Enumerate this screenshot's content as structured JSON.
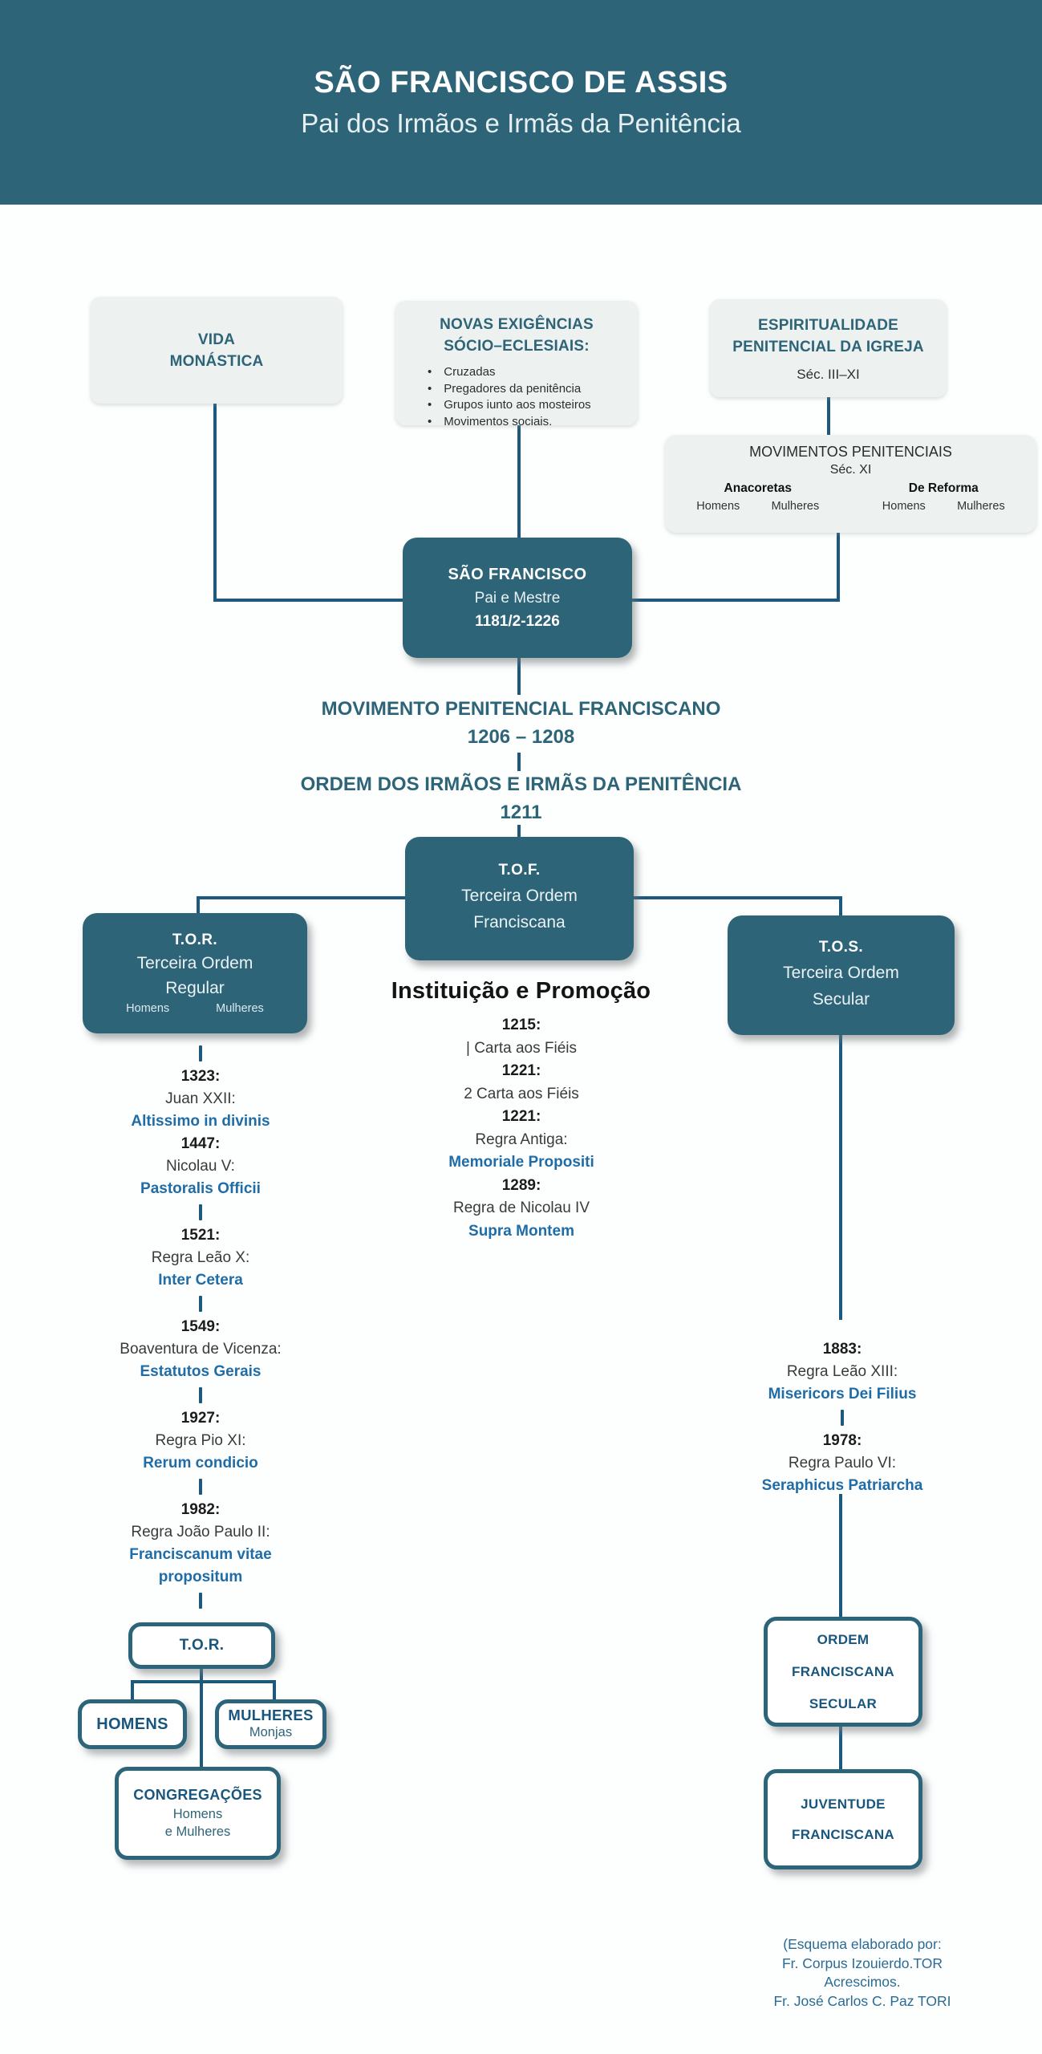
{
  "colors": {
    "teal": "#2e6477",
    "light_box": "#edf1f0",
    "connector": "#1d597e",
    "doc_blue": "#1f6ca6",
    "credit_blue": "#2b6b93"
  },
  "header": {
    "title": "SÃO FRANCISCO DE ASSIS",
    "subtitle": "Pai dos Irmãos e Irmãs da Penitência"
  },
  "boxes": {
    "vida_monastica": {
      "title": "VIDA\nMONÁSTICA"
    },
    "novas_exigencias": {
      "title": "NOVAS EXIGÊNCIAS\nSÓCIO–ECLESIAIS:",
      "bullets": [
        "Cruzadas",
        "Pregadores da penitência",
        "Grupos iunto aos mosteiros",
        "Movimentos sociais."
      ]
    },
    "espiritualidade": {
      "title": "ESPIRITUALIDADE\nPENITENCIAL DA IGREJA",
      "period": "Séc. III–XI"
    },
    "movimentos_penitenciais": {
      "title": "MOVIMENTOS PENITENCIAIS",
      "period": "Séc. XI",
      "groups": [
        {
          "name": "Anacoretas",
          "cols": [
            "Homens",
            "Mulheres"
          ]
        },
        {
          "name": "De Reforma",
          "cols": [
            "Homens",
            "Mulheres"
          ]
        }
      ]
    },
    "sao_francisco": {
      "title": "SÃO FRANCISCO",
      "subtitle": "Pai e Mestre",
      "years": "1181/2-1226"
    },
    "tof": {
      "acronym": "T.O.F.",
      "name": "Terceira Ordem\nFranciscana"
    },
    "tor": {
      "acronym": "T.O.R.",
      "name": "Terceira Ordem\nRegular",
      "cols": [
        "Homens",
        "Mulheres"
      ]
    },
    "tos": {
      "acronym": "T.O.S.",
      "name": "Terceira Ordem\nSecular"
    },
    "tor_outline": {
      "label": "T.O.R."
    },
    "homens": {
      "label": "HOMENS"
    },
    "mulheres": {
      "label": "MULHERES",
      "sublabel": "Monjas"
    },
    "congregacoes": {
      "label": "CONGREGAÇÕES",
      "sublabel": "Homens\ne Mulheres"
    },
    "ordem_franciscana_secular": {
      "label": "ORDEM\nFRANCISCANA\nSECULAR"
    },
    "juventude_franciscana": {
      "label": "JUVENTUDE\nFRANCISCANA"
    }
  },
  "headings": {
    "movimento_penitencial": {
      "line1": "MOVIMENTO PENITENCIAL FRANCISCANO",
      "line2": "1206 – 1208"
    },
    "ordem_irmaos": {
      "line1": "ORDEM DOS IRMÃOS E IRMÃS DA PENITÊNCIA",
      "line2": "1211"
    },
    "instituicao": "Instituição e Promoção"
  },
  "center_timeline": [
    {
      "t": "year",
      "v": "1215:"
    },
    {
      "t": "name",
      "v": "| Carta aos Fiéis"
    },
    {
      "t": "year",
      "v": "1221:"
    },
    {
      "t": "name",
      "v": "2 Carta aos Fiéis"
    },
    {
      "t": "year",
      "v": "1221:"
    },
    {
      "t": "name",
      "v": "Regra Antiga:"
    },
    {
      "t": "doc",
      "v": "Memoriale Propositi"
    },
    {
      "t": "year",
      "v": "1289:"
    },
    {
      "t": "name",
      "v": "Regra de Nicolau IV"
    },
    {
      "t": "doc",
      "v": "Supra Montem"
    }
  ],
  "left_timeline": [
    {
      "t": "tick",
      "v": ""
    },
    {
      "t": "year",
      "v": "1323:"
    },
    {
      "t": "name",
      "v": "Juan XXII:"
    },
    {
      "t": "doc",
      "v": "Altissimo in divinis"
    },
    {
      "t": "year",
      "v": "1447:"
    },
    {
      "t": "name",
      "v": "Nicolau V:"
    },
    {
      "t": "doc",
      "v": "Pastoralis Officii"
    },
    {
      "t": "tick",
      "v": ""
    },
    {
      "t": "year",
      "v": "1521:"
    },
    {
      "t": "name",
      "v": "Regra Leão X:"
    },
    {
      "t": "doc",
      "v": "Inter Cetera"
    },
    {
      "t": "tick",
      "v": ""
    },
    {
      "t": "year",
      "v": "1549:"
    },
    {
      "t": "name",
      "v": "Boaventura de Vicenza:"
    },
    {
      "t": "doc",
      "v": "Estatutos Gerais"
    },
    {
      "t": "tick",
      "v": ""
    },
    {
      "t": "year",
      "v": "1927:"
    },
    {
      "t": "name",
      "v": "Regra Pio XI:"
    },
    {
      "t": "doc",
      "v": "Rerum condicio"
    },
    {
      "t": "tick",
      "v": ""
    },
    {
      "t": "year",
      "v": "1982:"
    },
    {
      "t": "name",
      "v": "Regra João Paulo II:"
    },
    {
      "t": "doc",
      "v": "Franciscanum vitae"
    },
    {
      "t": "doc",
      "v": "propositum"
    },
    {
      "t": "tick",
      "v": ""
    }
  ],
  "right_timeline": [
    {
      "t": "year",
      "v": "1883:"
    },
    {
      "t": "name",
      "v": "Regra Leão XIII:"
    },
    {
      "t": "doc",
      "v": "Misericors Dei Filius"
    },
    {
      "t": "tick",
      "v": ""
    },
    {
      "t": "year",
      "v": "1978:"
    },
    {
      "t": "name",
      "v": "Regra Paulo VI:"
    },
    {
      "t": "doc",
      "v": "Seraphicus Patriarcha"
    }
  ],
  "credits": {
    "lines": [
      "(Esquema elaborado por:",
      "Fr. Corpus Izouierdo.TOR",
      "Acrescimos.",
      "Fr. José Carlos C. Paz TORI"
    ]
  }
}
